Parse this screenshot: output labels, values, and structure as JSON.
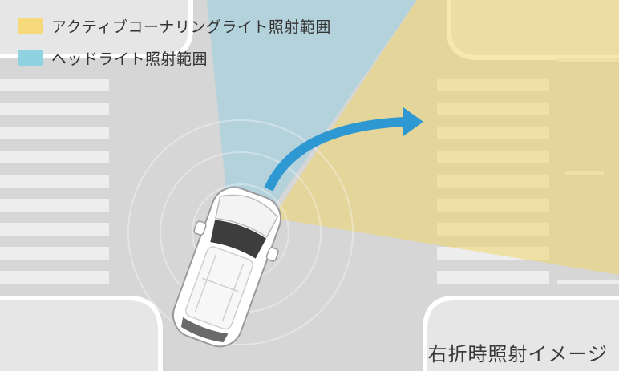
{
  "legend": {
    "items": [
      {
        "label": "アクティブコーナリングライト照射範囲",
        "color": "#f5d97a"
      },
      {
        "label": "ヘッドライト照射範囲",
        "color": "#8fd3e2"
      }
    ]
  },
  "caption": "右折時照射イメージ",
  "colors": {
    "road": "#d6d6d6",
    "crosswalk": "#eeeeee",
    "curb": "#ffffff",
    "cornering_light": "#f1d66c",
    "headlight": "#9ccfe0",
    "arrow": "#2d98d1",
    "vehicle": "#ffffff"
  },
  "icons": {
    "vehicle": "suv-top-view",
    "arrow": "right-turn-arrow"
  }
}
